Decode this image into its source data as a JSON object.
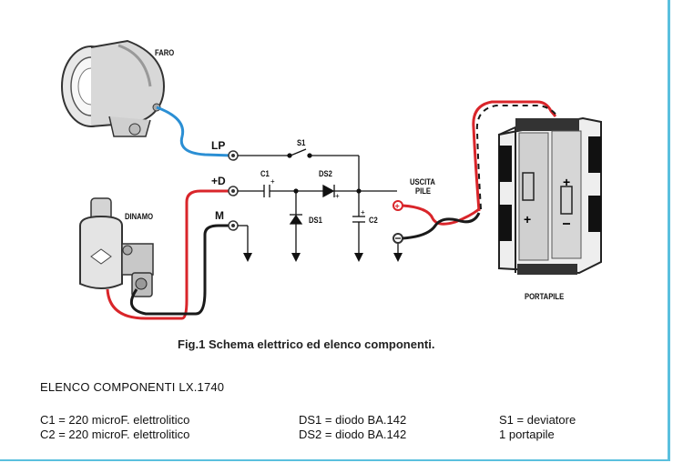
{
  "labels": {
    "faro": "FARO",
    "dinamo": "DINAMO",
    "portapile": "PORTAPILE",
    "uscita": "USCITA",
    "pile": "PILE",
    "lp": "LP",
    "plus_d": "+D",
    "m": "M",
    "s1": "S1",
    "c1": "C1",
    "ds2": "DS2",
    "ds1": "DS1",
    "c2": "C2"
  },
  "caption": "Fig.1 Schema elettrico ed elenco componenti.",
  "components": {
    "title": "ELENCO COMPONENTI LX.1740",
    "col1": [
      "C1 = 220 microF. elettrolitico",
      "C2 = 220 microF. elettrolitico"
    ],
    "col2": [
      "DS1 = diodo BA.142",
      "DS2 = diodo BA.142"
    ],
    "col3": [
      "S1 = deviatore",
      "1 portapile"
    ]
  },
  "colors": {
    "wire_red": "#d9252a",
    "wire_blue": "#2b8fd4",
    "wire_black": "#1a1a1a",
    "frame": "#5bc0de"
  }
}
